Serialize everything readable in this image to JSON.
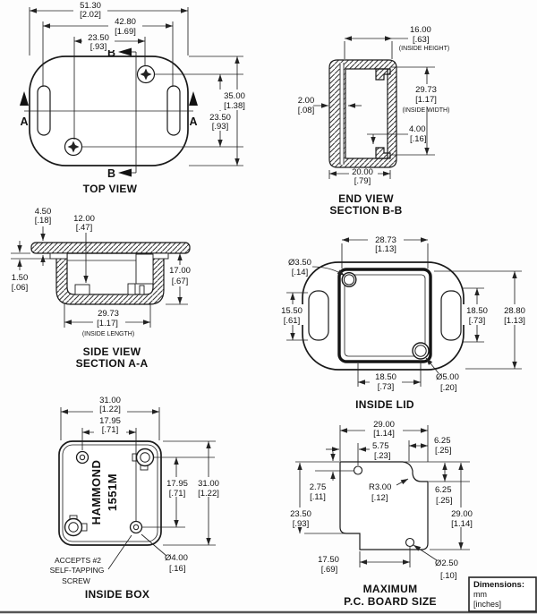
{
  "views": {
    "top": {
      "title": "TOP VIEW",
      "section_labels": {
        "a": "A",
        "b": "B"
      },
      "dims": {
        "overall_width": {
          "mm": "51.30",
          "in": "[2.02]"
        },
        "slot_spacing": {
          "mm": "42.80",
          "in": "[1.69]"
        },
        "screw_spacing_h": {
          "mm": "23.50",
          "in": "[.93]"
        },
        "overall_height": {
          "mm": "35.00",
          "in": "[1.38]"
        },
        "screw_spacing_v": {
          "mm": "23.50",
          "in": "[.93]"
        }
      }
    },
    "end": {
      "title_line1": "END VIEW",
      "title_line2": "SECTION B-B",
      "dims": {
        "inside_height": {
          "mm": "16.00",
          "in": "[.63]",
          "note": "(INSIDE HEIGHT)"
        },
        "wall": {
          "mm": "2.00",
          "in": "[.08]"
        },
        "inside_width": {
          "mm": "29.73",
          "in": "[1.17]",
          "note": "(INSIDE WIDTH)"
        },
        "lip": {
          "mm": "4.00",
          "in": "[.16]"
        },
        "base_width": {
          "mm": "20.00",
          "in": "[.79]"
        }
      }
    },
    "side": {
      "title_line1": "SIDE VIEW",
      "title_line2": "SECTION A-A",
      "dims": {
        "flange": {
          "mm": "4.50",
          "in": "[.18]"
        },
        "boss_depth": {
          "mm": "12.00",
          "in": "[.47]"
        },
        "lip": {
          "mm": "1.50",
          "in": "[.06]"
        },
        "depth": {
          "mm": "17.00",
          "in": "[.67]"
        },
        "inside_length": {
          "mm": "29.73",
          "in": "[1.17]",
          "note": "(INSIDE LENGTH)"
        }
      }
    },
    "lid": {
      "title": "INSIDE LID",
      "dims": {
        "inner_width": {
          "mm": "28.73",
          "in": "[1.13]"
        },
        "hole_small": {
          "mm": "Ø3.50",
          "in": "[.14]"
        },
        "slot_length": {
          "mm": "15.50",
          "in": "[.61]"
        },
        "hole_spacing_v": {
          "mm": "18.50",
          "in": "[.73]"
        },
        "inner_height": {
          "mm": "28.80",
          "in": "[1.13]"
        },
        "hole_spacing_h": {
          "mm": "18.50",
          "in": "[.73]"
        },
        "hole_large": {
          "mm": "Ø5.00",
          "in": "[.20]"
        }
      }
    },
    "box": {
      "title": "INSIDE BOX",
      "brand_line1": "HAMMOND",
      "brand_line2": "1551M",
      "note_line1": "ACCEPTS #2",
      "note_line2": "SELF-TAPPING",
      "note_line3": "SCREW",
      "dims": {
        "outer_width": {
          "mm": "31.00",
          "in": "[1.22]"
        },
        "boss_spacing_h": {
          "mm": "17.95",
          "in": "[.71]"
        },
        "boss_spacing_v": {
          "mm": "17.95",
          "in": "[.71]"
        },
        "outer_height": {
          "mm": "31.00",
          "in": "[1.22]"
        },
        "boss_hole": {
          "mm": "Ø4.00",
          "in": "[.16]"
        }
      }
    },
    "pcb": {
      "title_line1": "MAXIMUM",
      "title_line2": "P.C. BOARD SIZE",
      "dims": {
        "width": {
          "mm": "29.00",
          "in": "[1.14]"
        },
        "hole_x": {
          "mm": "5.75",
          "in": "[.23]"
        },
        "notch_w": {
          "mm": "6.25",
          "in": "[.25]"
        },
        "hole_y": {
          "mm": "2.75",
          "in": "[.11]"
        },
        "corner_radius": {
          "mm": "R3.00",
          "in": "[.12]"
        },
        "notch_h": {
          "mm": "6.25",
          "in": "[.25]"
        },
        "left_height": {
          "mm": "23.50",
          "in": "[.93]"
        },
        "height": {
          "mm": "29.00",
          "in": "[1.14]"
        },
        "step_to_hole": {
          "mm": "17.50",
          "in": "[.69]"
        },
        "hole_dia": {
          "mm": "Ø2.50",
          "in": "[.10]"
        }
      }
    }
  },
  "legend": {
    "heading": "Dimensions:",
    "unit_primary": "mm",
    "unit_secondary": "[inches]"
  }
}
